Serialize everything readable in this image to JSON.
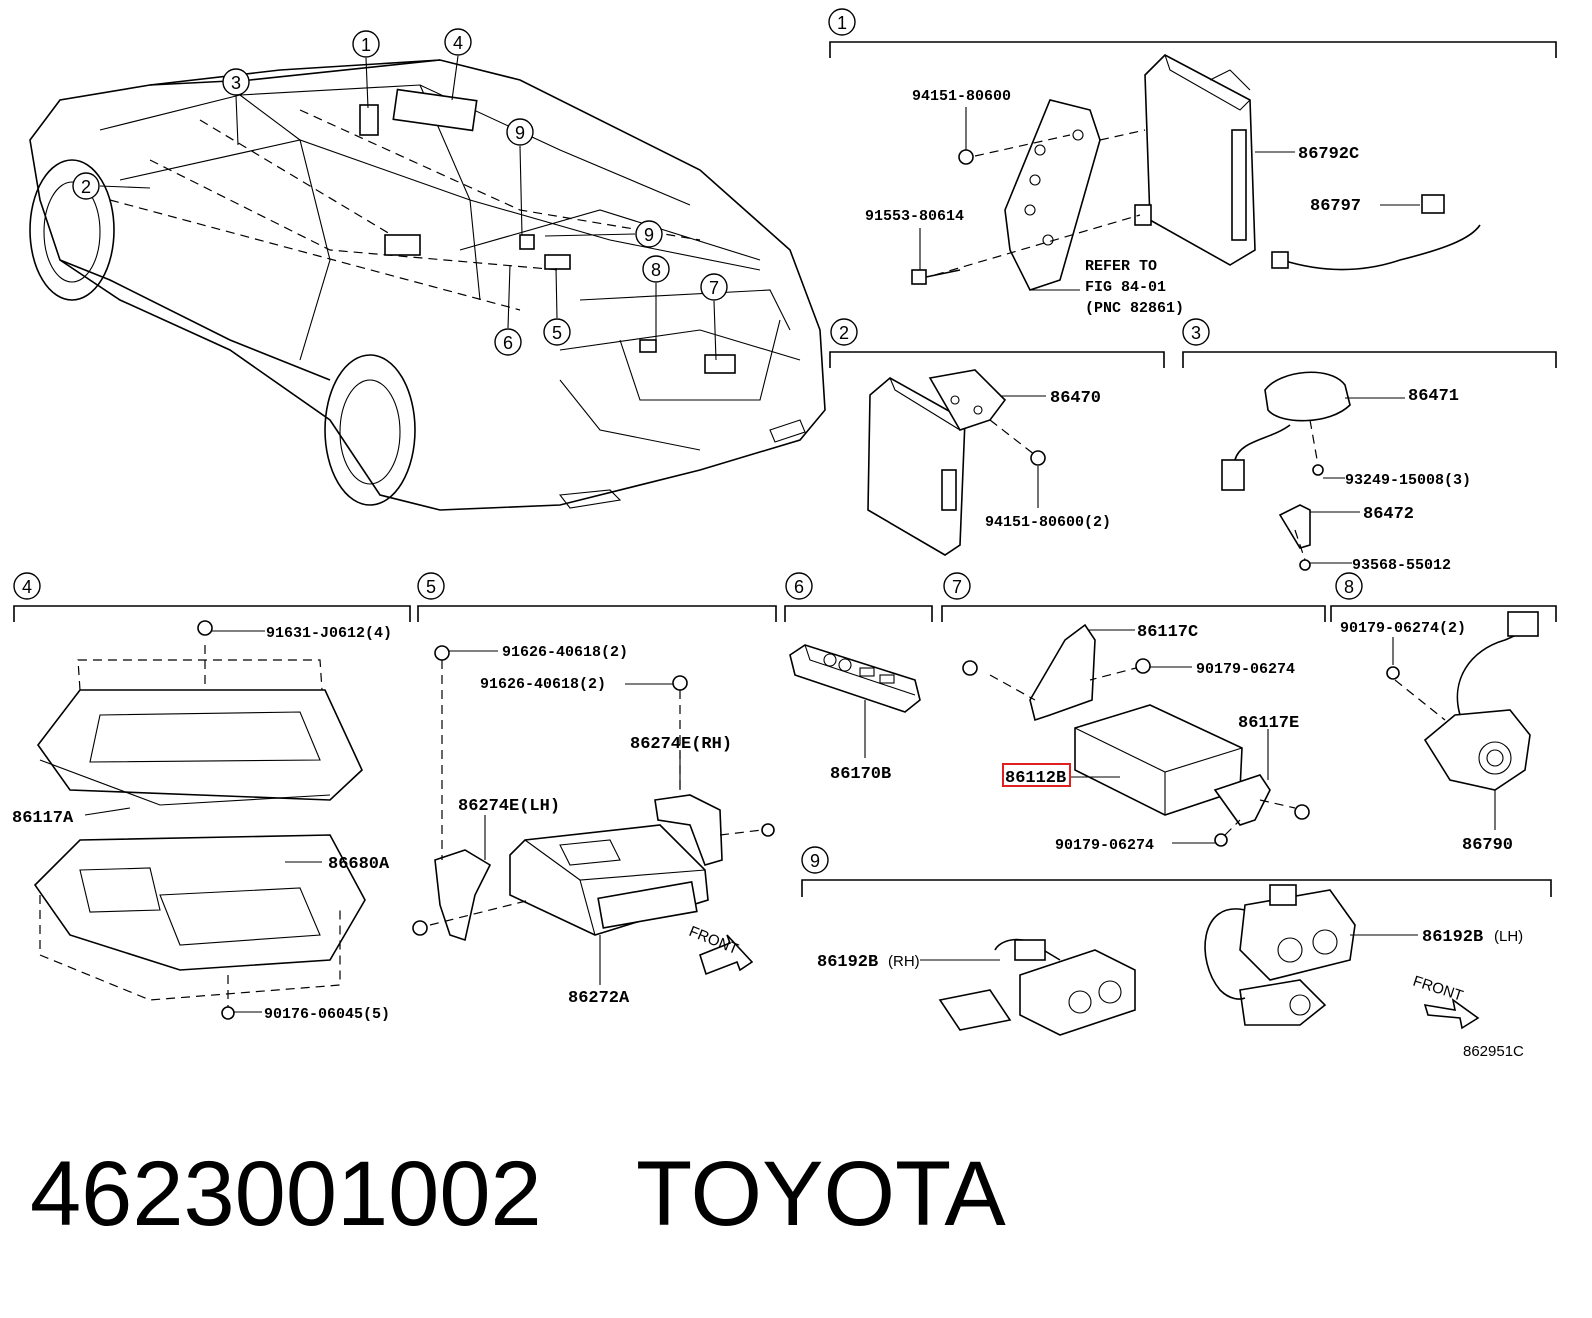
{
  "callouts": {
    "c1": "1",
    "c2": "2",
    "c3": "3",
    "c4": "4",
    "c5": "5",
    "c6": "6",
    "c7": "7",
    "c8": "8",
    "c9": "9"
  },
  "parts": {
    "p94151_80600": "94151-80600",
    "p86792C": "86792C",
    "p86797": "86797",
    "p91553_80614": "91553-80614",
    "refer1": "REFER TO",
    "refer2": "FIG 84-01",
    "refer3": "(PNC 82861)",
    "p86470": "86470",
    "p94151_80600_2": "94151-80600(2)",
    "p86471": "86471",
    "p93249": "93249-15008(3)",
    "p86472": "86472",
    "p93568": "93568-55012",
    "p91631": "91631-J0612(4)",
    "p86117A": "86117A",
    "p86680A": "86680A",
    "p90176": "90176-06045(5)",
    "p91626a": "91626-40618(2)",
    "p91626b": "91626-40618(2)",
    "p86274E_RH": "86274E(RH)",
    "p86274E_LH": "86274E(LH)",
    "p86272A": "86272A",
    "front1": "FRONT",
    "p86170B": "86170B",
    "p86117C": "86117C",
    "p90179a": "90179-06274",
    "p86117E": "86117E",
    "p86112B": "86112B",
    "p90179b": "90179-06274",
    "p90179_2": "90179-06274(2)",
    "p86790": "86790",
    "p86192B_RH": "86192B",
    "rh": "(RH)",
    "p86192B_LH": "86192B",
    "lh": "(LH)",
    "front2": "FRONT",
    "figcode": "862951C"
  },
  "footer": {
    "part_number": "4623001002",
    "brand": "TOYOTA"
  },
  "highlight_color": "#e02020"
}
